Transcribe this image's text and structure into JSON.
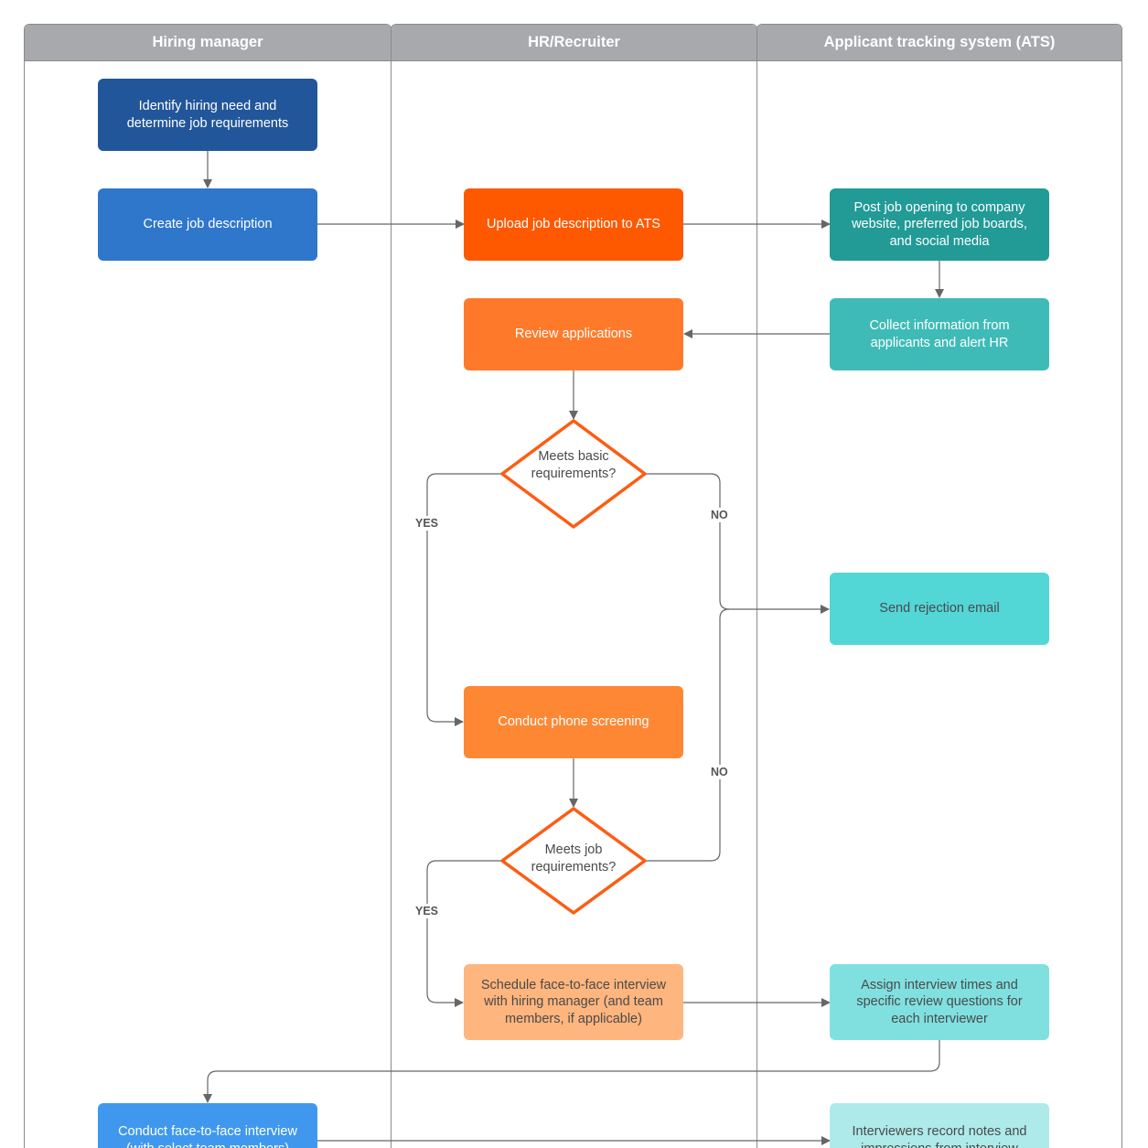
{
  "lanes": {
    "hiring_manager": "Hiring manager",
    "hr_recruiter": "HR/Recruiter",
    "ats": "Applicant tracking system (ATS)"
  },
  "nodes": {
    "identify_need": "Identify hiring need and determine job requirements",
    "create_description": "Create job description",
    "upload_description": "Upload job description to ATS",
    "post_opening": "Post job opening to company website, preferred job boards, and social media",
    "collect_info": "Collect information from applicants and alert HR",
    "review_applications": "Review applications",
    "meets_basic": "Meets basic requirements?",
    "send_rejection": "Send rejection email",
    "phone_screening": "Conduct phone screening",
    "meets_job": "Meets job requirements?",
    "schedule_interview": "Schedule face-to-face interview with hiring manager (and team members, if applicable)",
    "assign_times": "Assign interview times and specific review questions for each interviewer",
    "conduct_interview": "Conduct face-to-face interview (with select team members)",
    "record_notes": "Interviewers record notes and impressions from interview"
  },
  "edge_labels": {
    "yes_1": "YES",
    "no_1": "NO",
    "yes_2": "YES",
    "no_2": "NO"
  },
  "colors": {
    "navy": "#22569a",
    "blue": "#2f77cb",
    "bright_blue": "#3f98ee",
    "orange_deep": "#fe5900",
    "orange": "#fe7a2a",
    "orange_mid": "#fe8734",
    "peach": "#feb57e",
    "teal_dark": "#229a96",
    "teal": "#3fbbb7",
    "teal_light": "#53d6d6",
    "teal_pale": "#80e0e0",
    "teal_paler": "#aeeaea",
    "lane_header": "#a7a9ad"
  }
}
